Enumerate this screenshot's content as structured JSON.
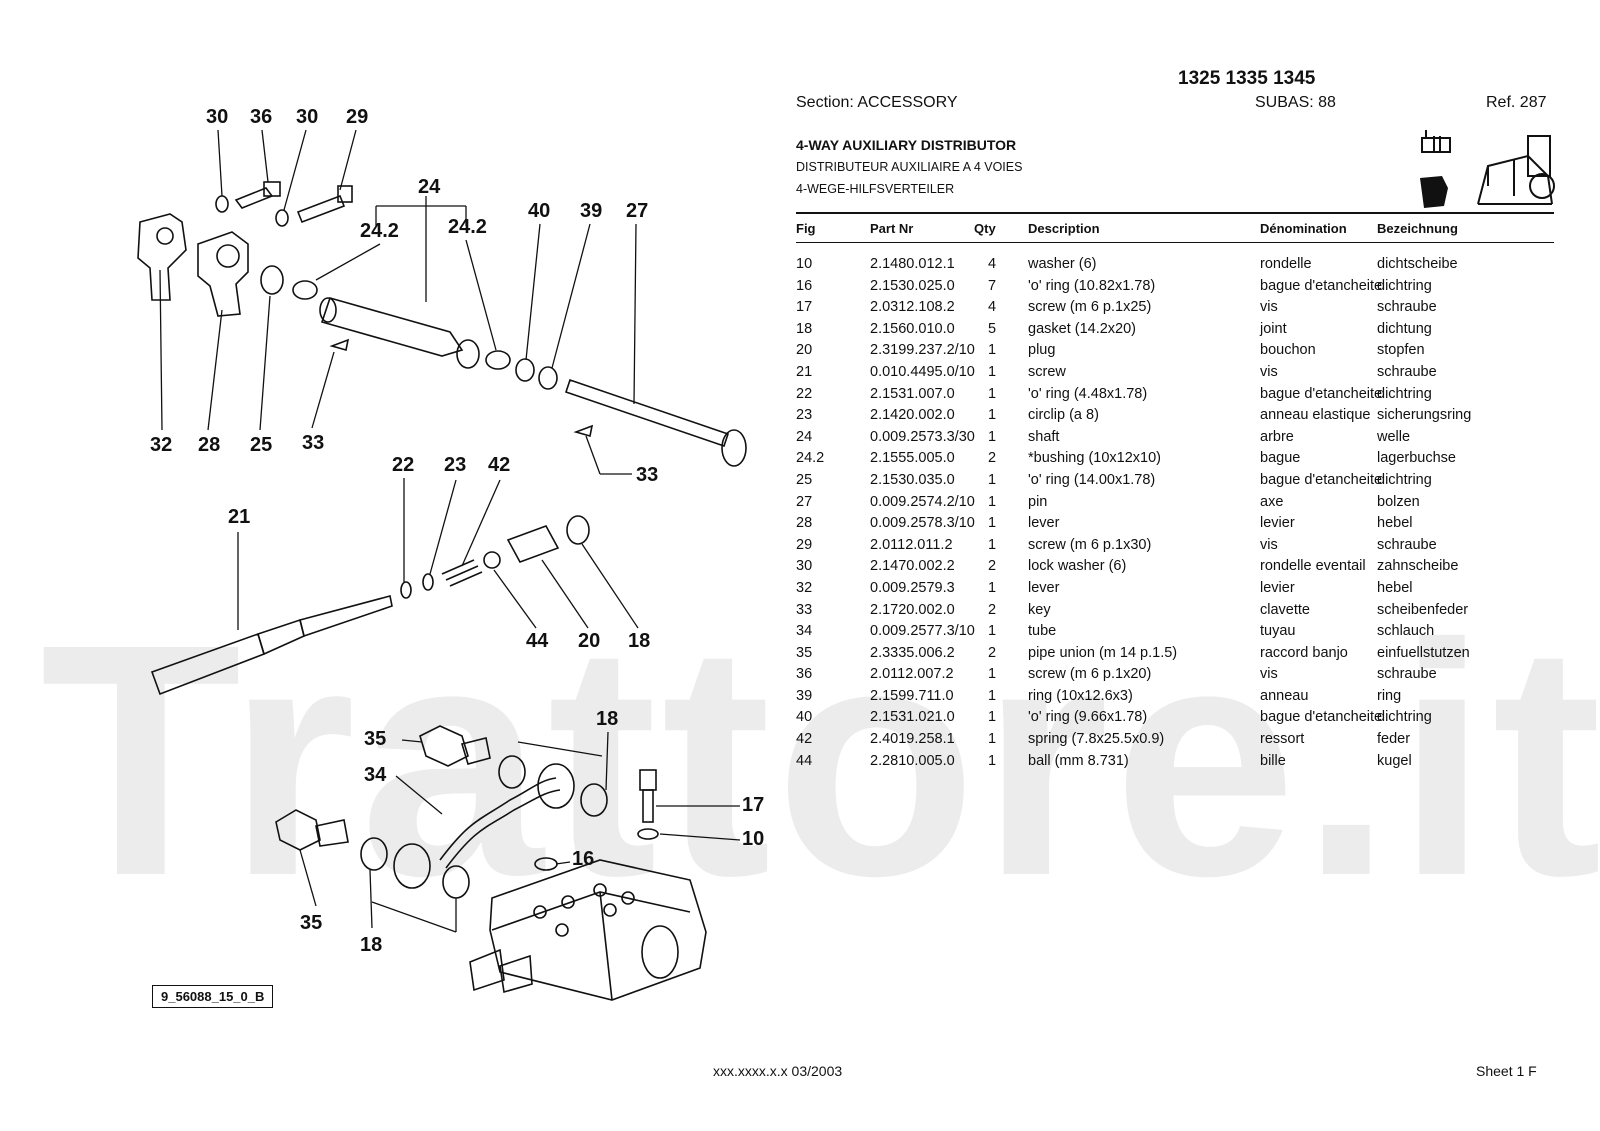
{
  "header": {
    "models": "1325 1335 1345",
    "section": "Section: ACCESSORY",
    "subas": "SUBAS: 88",
    "ref": "Ref. 287"
  },
  "title": {
    "en": "4-WAY AUXILIARY DISTRIBUTOR",
    "fr": "DISTRIBUTEUR AUXILIAIRE A 4 VOIES",
    "de": "4-WEGE-HILFSVERTEILER"
  },
  "table": {
    "columns": [
      "Fig",
      "Part Nr",
      "Qty",
      "Description",
      "Dénomination",
      "Bezeichnung"
    ],
    "rows": [
      [
        "10",
        "2.1480.012.1",
        "4",
        "washer (6)",
        "rondelle",
        "dichtscheibe"
      ],
      [
        "16",
        "2.1530.025.0",
        "7",
        "'o' ring (10.82x1.78)",
        "bague d'etancheite",
        "dichtring"
      ],
      [
        "17",
        "2.0312.108.2",
        "4",
        "screw (m 6 p.1x25)",
        "vis",
        "schraube"
      ],
      [
        "18",
        "2.1560.010.0",
        "5",
        "gasket (14.2x20)",
        "joint",
        "dichtung"
      ],
      [
        "20",
        "2.3199.237.2/10",
        "1",
        "plug",
        "bouchon",
        "stopfen"
      ],
      [
        "21",
        "0.010.4495.0/10",
        "1",
        "screw",
        "vis",
        "schraube"
      ],
      [
        "22",
        "2.1531.007.0",
        "1",
        "'o' ring (4.48x1.78)",
        "bague d'etancheite",
        "dichtring"
      ],
      [
        "23",
        "2.1420.002.0",
        "1",
        "circlip (a 8)",
        "anneau elastique",
        "sicherungsring"
      ],
      [
        "24",
        "0.009.2573.3/30",
        "1",
        "shaft",
        "arbre",
        "welle"
      ],
      [
        "24.2",
        "2.1555.005.0",
        "2",
        "*bushing (10x12x10)",
        "bague",
        "lagerbuchse"
      ],
      [
        "25",
        "2.1530.035.0",
        "1",
        "'o' ring (14.00x1.78)",
        "bague d'etancheite",
        "dichtring"
      ],
      [
        "27",
        "0.009.2574.2/10",
        "1",
        "pin",
        "axe",
        "bolzen"
      ],
      [
        "28",
        "0.009.2578.3/10",
        "1",
        "lever",
        "levier",
        "hebel"
      ],
      [
        "29",
        "2.0112.011.2",
        "1",
        "screw (m 6 p.1x30)",
        "vis",
        "schraube"
      ],
      [
        "30",
        "2.1470.002.2",
        "2",
        "lock washer (6)",
        "rondelle eventail",
        "zahnscheibe"
      ],
      [
        "32",
        "0.009.2579.3",
        "1",
        "lever",
        "levier",
        "hebel"
      ],
      [
        "33",
        "2.1720.002.0",
        "2",
        "key",
        "clavette",
        "scheibenfeder"
      ],
      [
        "34",
        "0.009.2577.3/10",
        "1",
        "tube",
        "tuyau",
        "schlauch"
      ],
      [
        "35",
        "2.3335.006.2",
        "2",
        "pipe union (m 14 p.1.5)",
        "raccord banjo",
        "einfuellstutzen"
      ],
      [
        "36",
        "2.0112.007.2",
        "1",
        "screw (m 6 p.1x20)",
        "vis",
        "schraube"
      ],
      [
        "39",
        "2.1599.711.0",
        "1",
        "ring (10x12.6x3)",
        "anneau",
        "ring"
      ],
      [
        "40",
        "2.1531.021.0",
        "1",
        "'o' ring (9.66x1.78)",
        "bague d'etancheite",
        "dichtring"
      ],
      [
        "42",
        "2.4019.258.1",
        "1",
        "spring (7.8x25.5x0.9)",
        "ressort",
        "feder"
      ],
      [
        "44",
        "2.2810.005.0",
        "1",
        "ball (mm 8.731)",
        "bille",
        "kugel"
      ]
    ]
  },
  "diagram": {
    "callouts": [
      "30",
      "36",
      "30",
      "29",
      "24",
      "24.2",
      "24.2",
      "40",
      "39",
      "27",
      "32",
      "28",
      "25",
      "33",
      "33",
      "21",
      "22",
      "23",
      "42",
      "44",
      "20",
      "18",
      "35",
      "34",
      "18",
      "17",
      "10",
      "16",
      "35",
      "18"
    ],
    "drawing_ref": "9_56088_15_0_B"
  },
  "watermark": "Trattore.it",
  "footer": {
    "code": "xxx.xxxx.x.x  03/2003",
    "sheet": "Sheet 1 F"
  }
}
